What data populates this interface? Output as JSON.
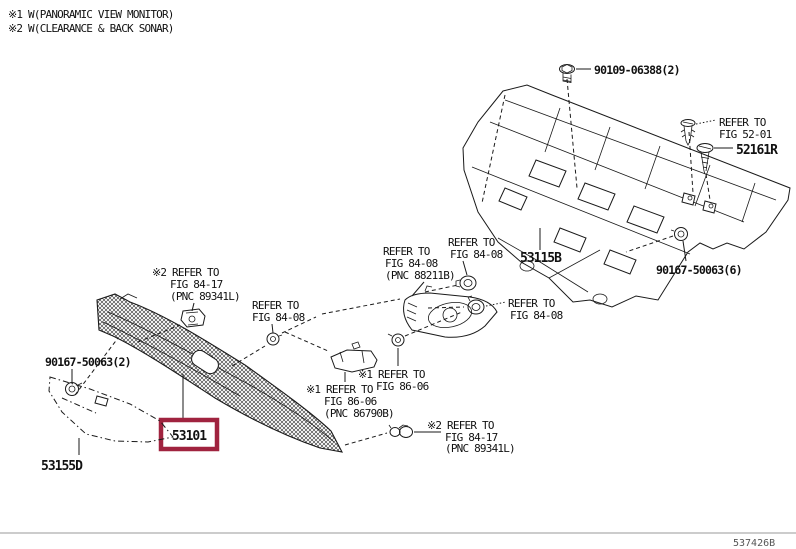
{
  "notes": {
    "line1": "※1 W(PANORAMIC VIEW MONITOR)",
    "line2": "※2 W(CLEARANCE & BACK SONAR)"
  },
  "footer": {
    "drawing_number": "537426B"
  },
  "colors": {
    "highlight_box": "#A0233F",
    "ink": "#1A1A1A"
  },
  "callouts": {
    "bolt_top": {
      "part_no": "90109-06388(2)"
    },
    "clip_fig52": {
      "line1": "REFER TO",
      "line2": "FIG 52-01"
    },
    "screw_right": {
      "part_no": "52161R"
    },
    "engine_under_cover": {
      "part_no": "53115B"
    },
    "grommet_right": {
      "part_no": "90167-50063(6)"
    },
    "bracket_fog": {
      "line1": "REFER TO",
      "line2": "FIG 84-08",
      "line3": "(PNC 88211B)"
    },
    "clip_8408_upper": {
      "line1": "REFER TO",
      "line2": "FIG 84-08"
    },
    "clip_8408_lower": {
      "line1": "REFER TO",
      "line2": "FIG 84-08"
    },
    "clip_8417_upper": {
      "line1": "※2 REFER TO",
      "line2": "FIG 84-17",
      "line3": "(PNC 89341L)"
    },
    "grommet_8408_left": {
      "line1": "REFER TO",
      "line2": "FIG 84-08"
    },
    "grommet_left": {
      "part_no": "90167-50063(2)"
    },
    "molding": {
      "part_no": "53155D"
    },
    "radiator_grille": {
      "part_no": "53101"
    },
    "grommet_8606": {
      "line1": "※1 REFER TO",
      "line2": "FIG 86-06"
    },
    "camera_bracket": {
      "line1": "※1 REFER TO",
      "line2": "FIG 86-06",
      "line3": "(PNC 86790B)"
    },
    "sensor_8417_lower": {
      "line1": "※2 REFER TO",
      "line2": "FIG 84-17",
      "line3": "(PNC 89341L)"
    }
  }
}
